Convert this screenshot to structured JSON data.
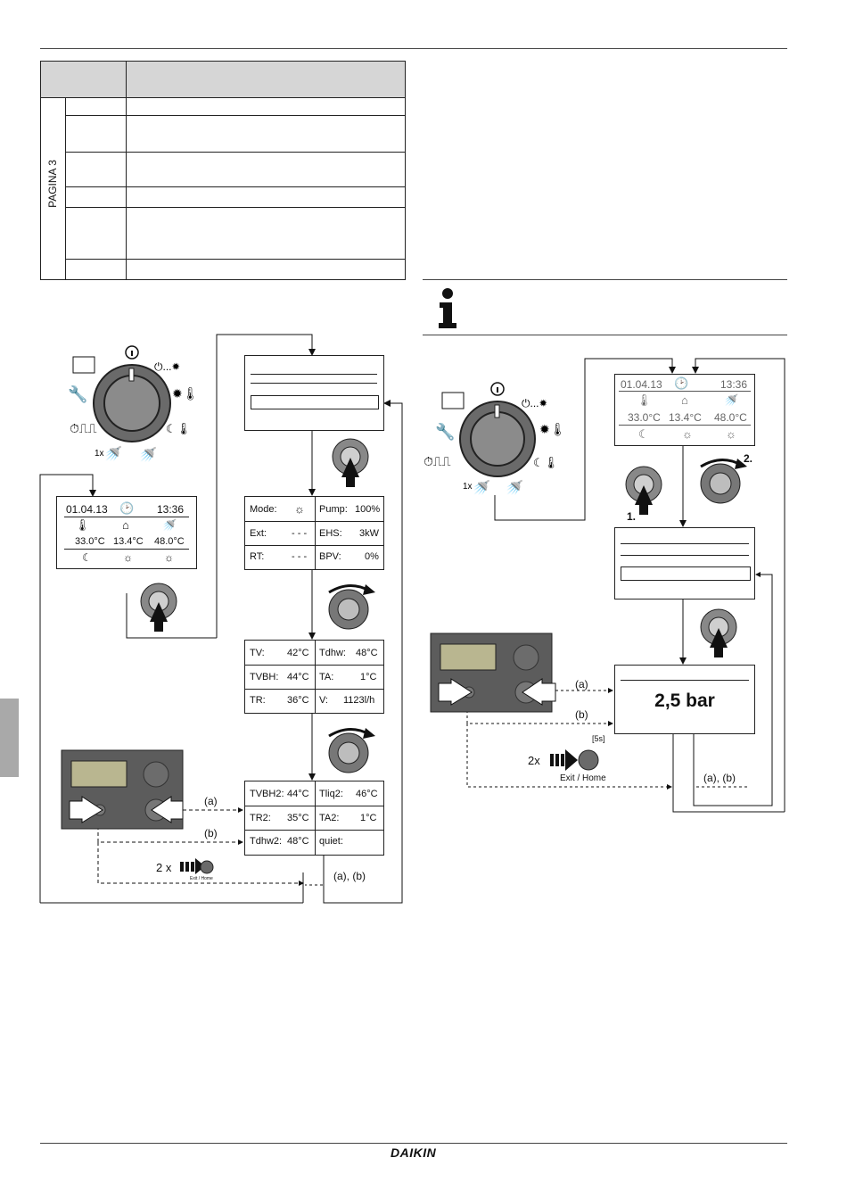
{
  "brand": "DAIKIN",
  "table": {
    "vertical_label": "PAGINA 3"
  },
  "left_flow": {
    "home": {
      "date": "01.04.13",
      "time": "13:36",
      "t1": "33.0°C",
      "t2": "13.4°C",
      "t3": "48.0°C"
    },
    "panel1": [
      [
        "Mode:",
        "Pump:",
        "100%"
      ],
      [
        "Ext:",
        "- - -",
        "EHS:",
        "3kW"
      ],
      [
        "RT:",
        "- - -",
        "BPV:",
        "0%"
      ]
    ],
    "panel2": [
      [
        "TV:",
        "42°C",
        "Tdhw:",
        "48°C"
      ],
      [
        "TVBH:",
        "44°C",
        "TA:",
        "1°C"
      ],
      [
        "TR:",
        "36°C",
        "V:",
        "1123l/h"
      ]
    ],
    "panel3": [
      [
        "TVBH2:",
        "44°C",
        "Tliq2:",
        "46°C"
      ],
      [
        "TR2:",
        "35°C",
        "TA2:",
        "1°C"
      ],
      [
        "Tdhw2:",
        "48°C",
        "quiet:",
        ""
      ]
    ],
    "label_a": "(a)",
    "label_b": "(b)",
    "label_ab": "(a), (b)",
    "exit_prefix": "2 x",
    "exit_label": "Exit / Home"
  },
  "right_flow": {
    "home": {
      "date": "01.04.13",
      "time": "13:36",
      "t1": "33.0°C",
      "t2": "13.4°C",
      "t3": "48.0°C"
    },
    "step1": "1.",
    "step2": "2.",
    "pressure": "2,5 bar",
    "label_a": "(a)",
    "label_b": "(b)",
    "label_ab": "(a), (b)",
    "exit_prefix": "2x",
    "exit_label": "Exit / Home",
    "exit_timer": "[5s]"
  },
  "colors": {
    "sidebar_tab": "#a9a9a9",
    "controller_body": "#5c5c5c",
    "controller_screen": "#b9b690"
  }
}
